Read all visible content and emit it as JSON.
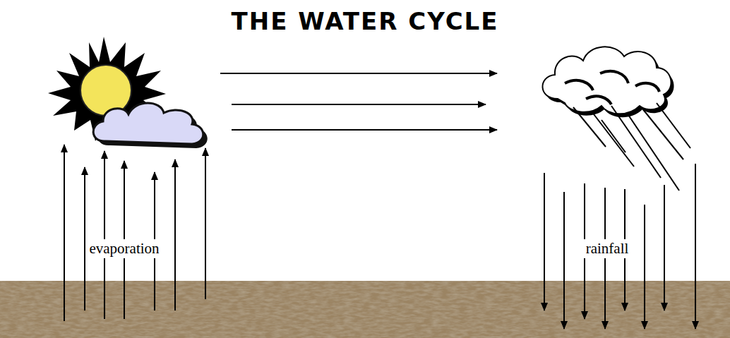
{
  "diagram": {
    "title": "THE WATER CYCLE",
    "labels": [
      "evaporation",
      "rainfall"
    ]
  }
}
